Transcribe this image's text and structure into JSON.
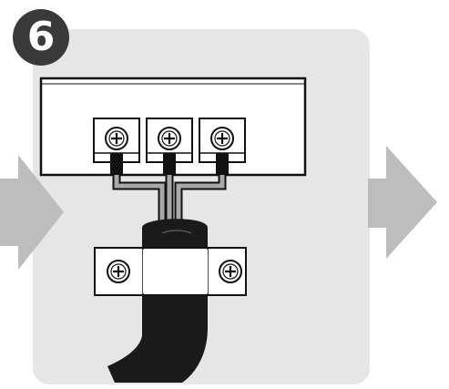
{
  "step": {
    "number": "6"
  },
  "icons": {
    "step_badge": "step-number-badge",
    "arrow_in": "arrow-right-icon",
    "arrow_out": "arrow-right-icon",
    "terminal_screw": "phillips-screw-icon",
    "clamp_screw": "phillips-screw-icon"
  },
  "terminals": {
    "count": 3
  },
  "colors": {
    "panel": "#e6e6e6",
    "arrow": "#bdbdbd",
    "badge": "#3a3a3a",
    "cable": "#1a1a1a",
    "wire": "#9a9a9a"
  }
}
